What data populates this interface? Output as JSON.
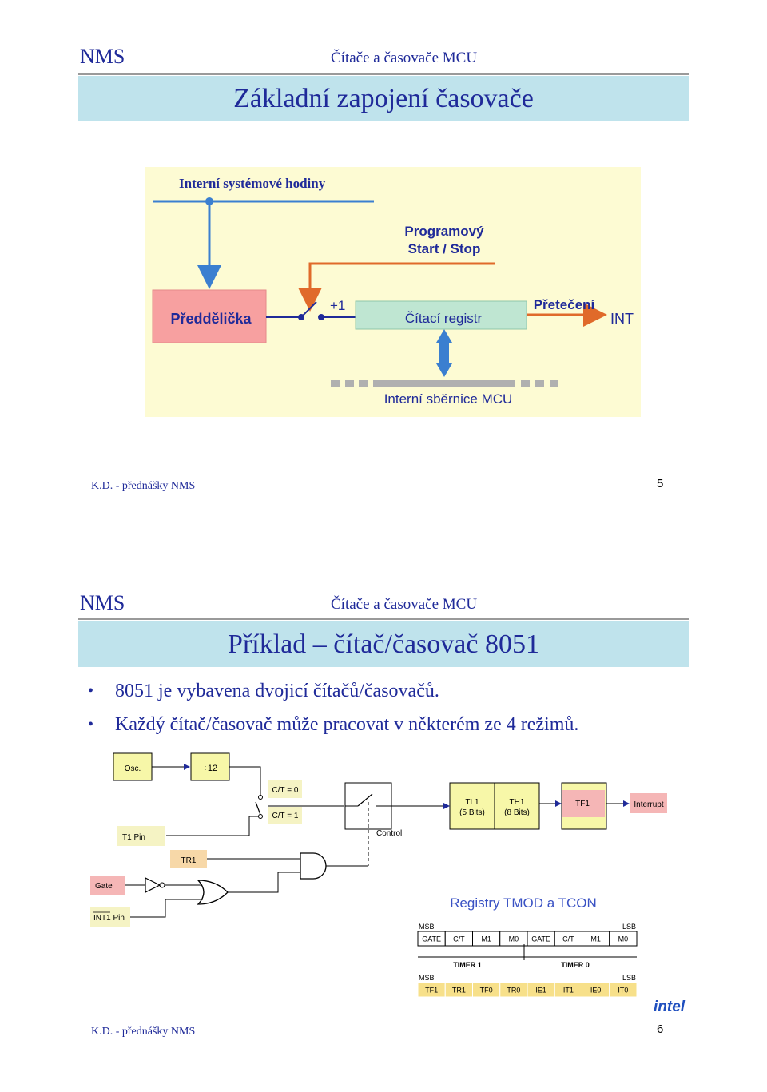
{
  "slide1": {
    "brand": "NMS",
    "course": "Čítače a časovače MCU",
    "title": "Základní zapojení časovače",
    "diagram": {
      "clock_label": "Interní systémové hodiny",
      "start_stop_line1": "Programový",
      "start_stop_line2": "Start / Stop",
      "prescaler": "Předdělička",
      "plus_one": "+1",
      "counter_register": "Čítací registr",
      "overflow": "Přetečení",
      "int": "INT",
      "bus": "Interní sběrnice MCU",
      "colors": {
        "background": "#fdfbd3",
        "prescaler": "#f7a0a0",
        "register": "#bfe6d2",
        "wire_blue": "#3b7fd0",
        "wire_orange": "#e06a2a",
        "bus_gray": "#bdbdbd"
      }
    },
    "footer": "K.D. - přednášky NMS",
    "page": "5"
  },
  "slide2": {
    "brand": "NMS",
    "course": "Čítače a časovače MCU",
    "title": "Příklad – čítač/časovač 8051",
    "bullets": [
      "8051 je vybavena dvojicí čítačů/časovačů.",
      "Každý čítač/časovač může pracovat v některém ze 4 režimů."
    ],
    "diagram": {
      "osc": "Osc.",
      "div12": "÷12",
      "ct0": "C/T = 0",
      "ct1": "C/T = 1",
      "t1pin": "T1 Pin",
      "control": "Control",
      "tl1_line1": "TL1",
      "tl1_line2": "(5 Bits)",
      "th1_line1": "TH1",
      "th1_line2": "(8 Bits)",
      "tf1": "TF1",
      "interrupt": "Interrupt",
      "tr1": "TR1",
      "gate": "Gate",
      "int1pin": "INT1  Pin",
      "registers_title": "Registry TMOD a TCON",
      "msb": "MSB",
      "lsb": "LSB",
      "tmod": [
        "GATE",
        "C/T",
        "M1",
        "M0",
        "GATE",
        "C/T",
        "M1",
        "M0"
      ],
      "timer1": "TIMER 1",
      "timer0": "TIMER 0",
      "tcon": [
        "TF1",
        "TR1",
        "TF0",
        "TR0",
        "IE1",
        "IT1",
        "IE0",
        "IT0"
      ],
      "logo": "intel",
      "colors": {
        "box_fill": "#f7f7a8",
        "label_fill": "#f5f3c4",
        "orange": "#f2a55b",
        "pink": "#f5b6b6",
        "blue": "#3a52c4"
      }
    },
    "footer": "K.D. - přednášky NMS",
    "page": "6"
  }
}
